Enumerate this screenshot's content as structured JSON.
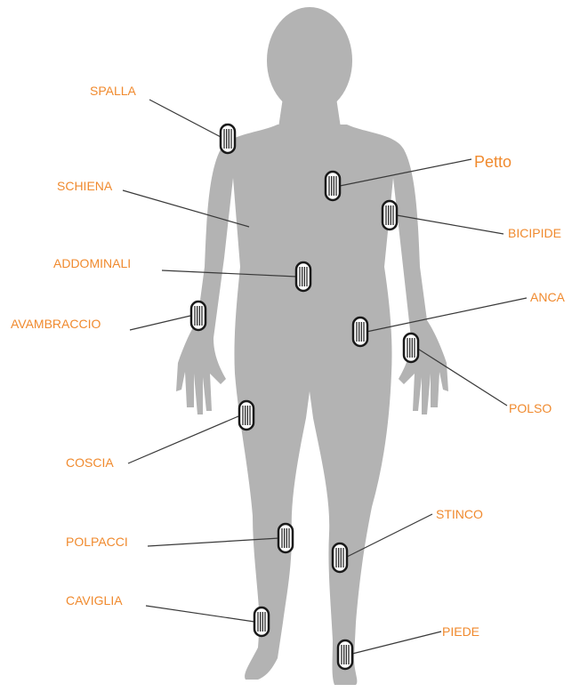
{
  "colors": {
    "label": "#f08a2e",
    "body": "#b3b3b3",
    "line": "#3a3a3a",
    "sensor_outline": "#1a1a1a",
    "sensor_fill": "#ffffff"
  },
  "labels": {
    "spalla": "SPALLA",
    "schiena": "SCHIENA",
    "addominali": "ADDOMINALI",
    "avambraccio": "AVAMBRACCIO",
    "coscia": "COSCIA",
    "polpacci": "POLPACCI",
    "caviglia": "CAVIGLIA",
    "petto": "Petto",
    "bicipide": "BICIPIDE",
    "anca": "ANCA",
    "polso": "POLSO",
    "stinco": "STINCO",
    "piede": "PIEDE"
  }
}
